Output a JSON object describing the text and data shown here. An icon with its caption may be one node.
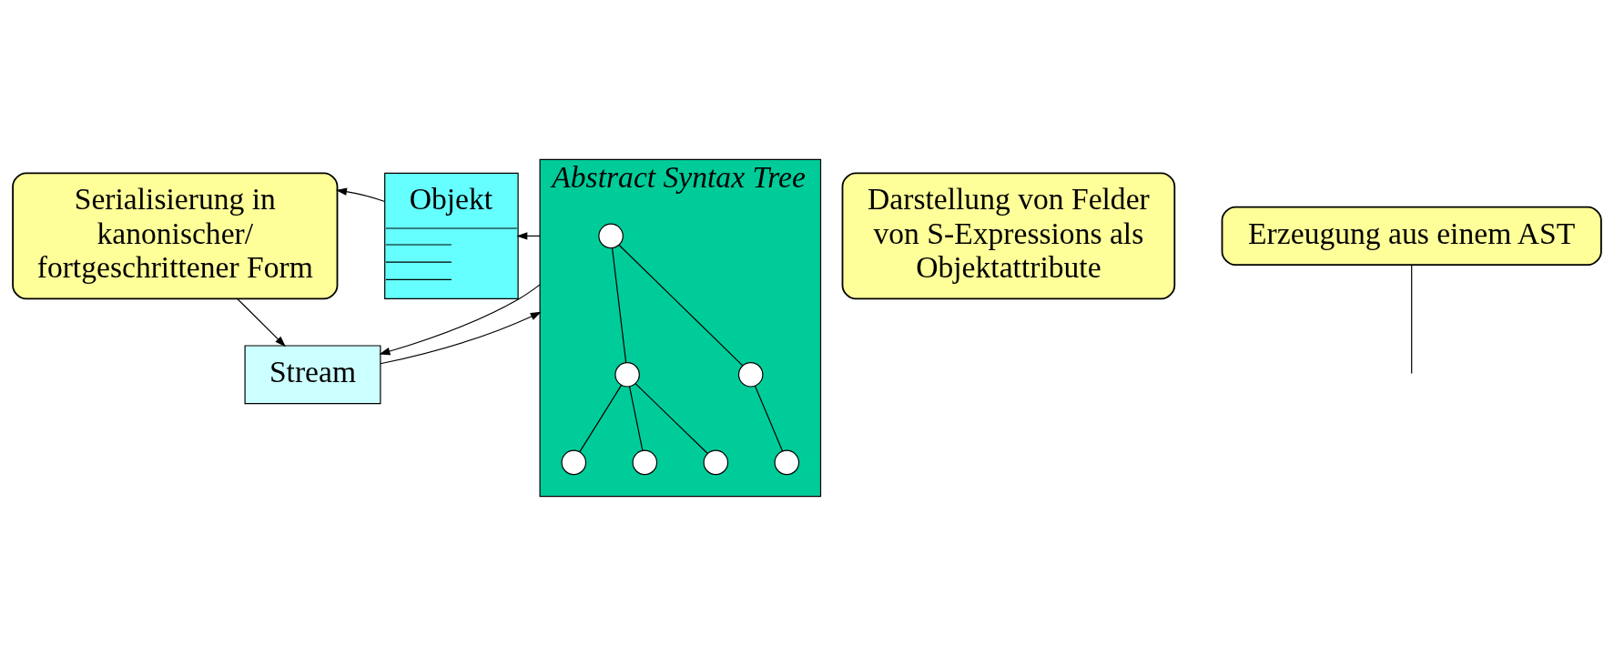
{
  "diagram": {
    "nodes": [
      {
        "text": [
          "Serialisierung in kanonischer/ fortgeschrittener Form"
        ]
      },
      {
        "text": [
          "Objekt"
        ]
      },
      {
        "text": [
          "Darstellung von Felder von S-Expressions als Objektattribute"
        ]
      },
      {
        "text": [
          "Erzeugung aus einem AST"
        ]
      },
      {
        "text": [
          "Abstract Syntax Tree"
        ]
      },
      {
        "text": [],
        "shape": "circle",
        "in": 4
      },
      {
        "text": [],
        "shape": "circle",
        "in": 4
      },
      {
        "text": [],
        "shape": "circle",
        "in": 4
      },
      {
        "text": [],
        "shape": "circle",
        "in": 4
      },
      {
        "text": [],
        "shape": "circle",
        "in": 4
      },
      {
        "text": [],
        "shape": "circle",
        "in": 4
      },
      {
        "text": [],
        "shape": "circle",
        "in": 4
      },
      {
        "text": [
          "Stream"
        ]
      }
    ],
    "edges": [
      {
        "from": 1,
        "to": 0,
        "arrow": "to"
      },
      {
        "from": 4,
        "to": 1,
        "arrow": "to"
      },
      {
        "from": 3,
        "to": null,
        "arrow": "none"
      },
      {
        "from": 0,
        "to": 12,
        "arrow": "to"
      },
      {
        "from": 4,
        "to": 12,
        "arrow": "to"
      },
      {
        "from": 12,
        "to": 4,
        "arrow": "to"
      },
      {
        "from": 5,
        "to": 6,
        "arrow": "none"
      },
      {
        "from": 5,
        "to": 7,
        "arrow": "none"
      },
      {
        "from": 6,
        "to": 8,
        "arrow": "none"
      },
      {
        "from": 6,
        "to": 9,
        "arrow": "none"
      },
      {
        "from": 6,
        "to": 10,
        "arrow": "none"
      },
      {
        "from": 7,
        "to": 11,
        "arrow": "none"
      }
    ]
  }
}
